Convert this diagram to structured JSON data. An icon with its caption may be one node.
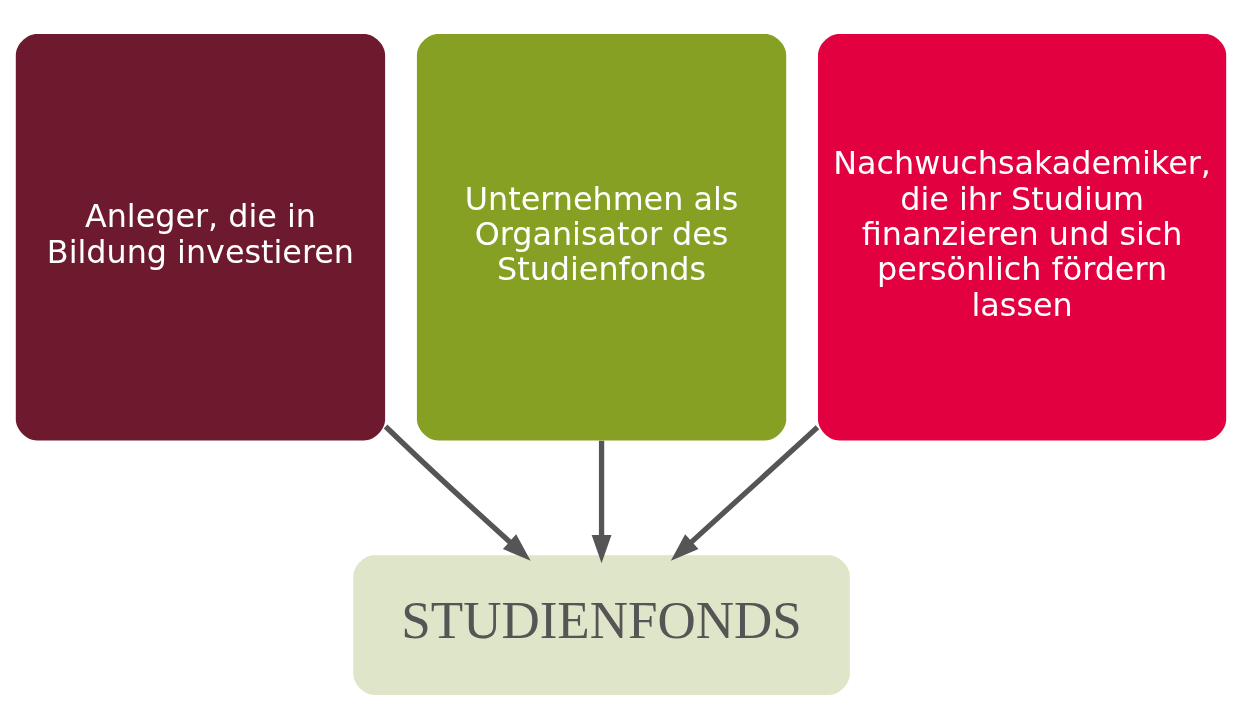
{
  "diagram": {
    "nodes": [
      {
        "text": [
          "Anleger, die in Bildung investieren"
        ]
      },
      {
        "text": [
          "Unternehmen als Organisator des Studienfonds"
        ]
      },
      {
        "text": [
          "Nachwuchsakademiker, die ihr Studium finanzieren und sich persönlich fördern lassen"
        ]
      },
      {
        "text": [
          "STUDIENFONDS"
        ]
      }
    ],
    "edges": [
      {
        "from": 0,
        "to": 3,
        "arrow": "to"
      },
      {
        "from": 1,
        "to": 3,
        "arrow": "to"
      },
      {
        "from": 2,
        "to": 3,
        "arrow": "to"
      }
    ]
  }
}
